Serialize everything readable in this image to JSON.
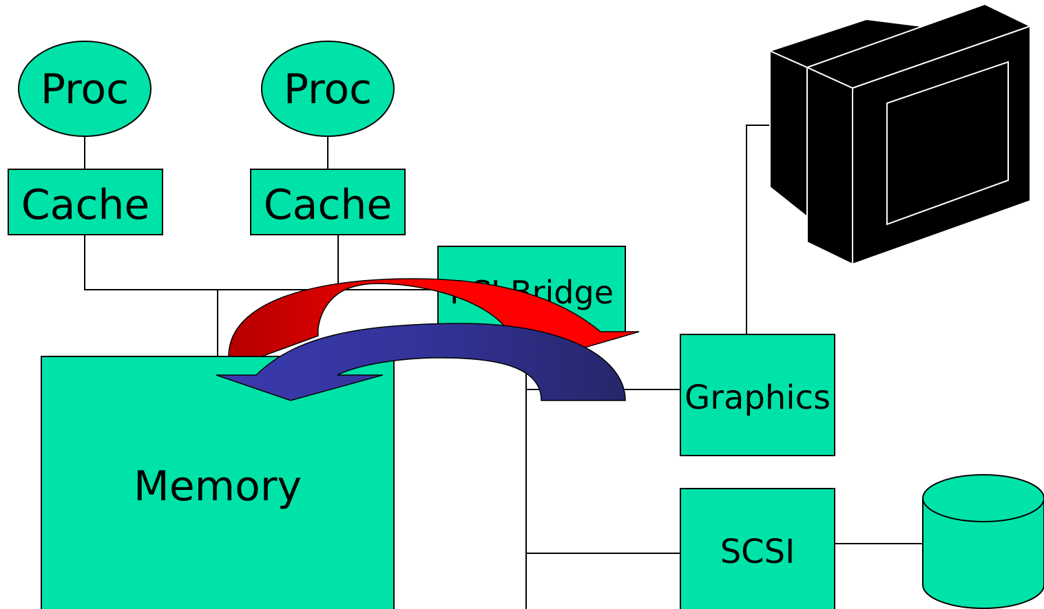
{
  "diagram": {
    "processors": [
      {
        "label": "Proc"
      },
      {
        "label": "Proc"
      }
    ],
    "caches": [
      {
        "label": "Cache"
      },
      {
        "label": "Cache"
      }
    ],
    "memory": {
      "label": "Memory"
    },
    "bridge": {
      "label": "PCI Bridge"
    },
    "graphics": {
      "label": "Graphics"
    },
    "scsi": {
      "label": "SCSI"
    },
    "arrows": {
      "to_io": {
        "color": "#ff0000"
      },
      "to_memory": {
        "color": "#333399"
      }
    },
    "colors": {
      "component_fill": "#00e3a8",
      "line": "#000000",
      "monitor": "#000000"
    },
    "icons": [
      "monitor-icon",
      "disk-icon"
    ]
  }
}
